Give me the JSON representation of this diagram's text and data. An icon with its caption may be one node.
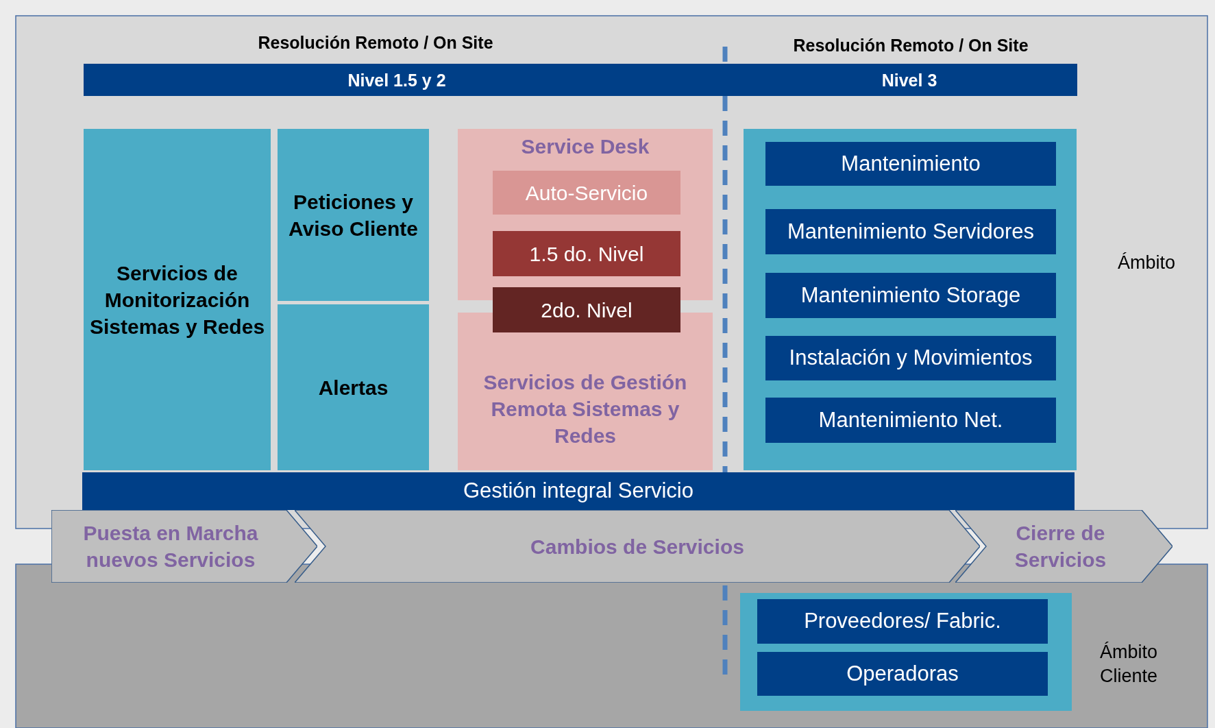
{
  "diagram": {
    "nodes": [
      {
        "text": [
          "Nivel 1.5 y 2",
          "Nivel 3"
        ]
      },
      {
        "text": [
          "Servicios de Monitorización Sistemas y Redes"
        ]
      },
      {
        "text": [
          "Peticiones y Aviso Cliente"
        ]
      },
      {
        "text": [
          "Alertas"
        ]
      },
      {
        "text": [
          "Service Desk"
        ]
      },
      {
        "text": [
          "Auto-Servicio"
        ],
        "in": 4
      },
      {
        "text": [
          "1.5 do. Nivel"
        ],
        "in": 4
      },
      {
        "text": [
          "2do. Nivel"
        ]
      },
      {
        "text": [
          "Servicios de Gestión Remota Sistemas y Redes"
        ]
      },
      {
        "text": [],
        "shape": "box"
      },
      {
        "text": [
          "Mantenimiento"
        ],
        "in": 9
      },
      {
        "text": [
          "Mantenimiento Servidores"
        ],
        "in": 9
      },
      {
        "text": [
          "Mantenimiento Storage"
        ],
        "in": 9
      },
      {
        "text": [
          "Instalación y Movimientos"
        ],
        "in": 9
      },
      {
        "text": [
          "Mantenimiento Net."
        ],
        "in": 9
      },
      {
        "text": [
          "Gestión integral Servicio"
        ]
      },
      {
        "text": [
          "Puesta en Marcha nuevos Servicios"
        ]
      },
      {
        "text": [
          "Cambios de Servicios"
        ]
      },
      {
        "text": [
          "Cierre de Servicios"
        ]
      },
      {
        "text": [],
        "shape": "box"
      },
      {
        "text": [
          "Proveedores/ Fabric."
        ],
        "in": 19
      },
      {
        "text": [
          "Operadoras"
        ],
        "in": 19
      }
    ],
    "edges": [],
    "labels": [
      "Resolución Remoto / On Site",
      "Resolución Remoto / On Site",
      "Ámbito",
      "Ámbito Cliente"
    ]
  }
}
